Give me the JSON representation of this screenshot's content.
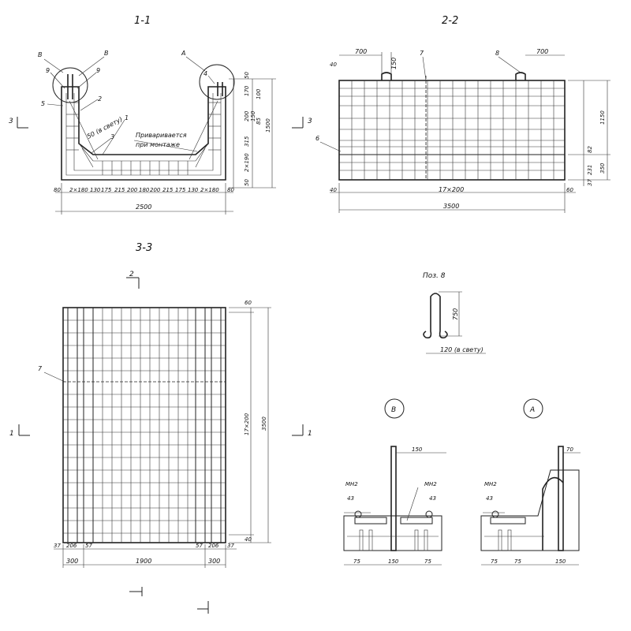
{
  "section_1_1": {
    "title": "1-1",
    "labels": {
      "b1": "B",
      "b2": "B",
      "n9a": "9",
      "n9b": "9",
      "a": "A",
      "n4": "4",
      "n5": "5",
      "n2": "2",
      "n1": "1",
      "n3": "3",
      "cut3": "3"
    },
    "slope_note": "50 (в свету)",
    "weld_note_1": "Приваривается",
    "weld_note_2": "при монтаже",
    "right_dims": [
      "50",
      "170",
      "100",
      "200",
      "150",
      "85",
      "315",
      "2×190",
      "50"
    ],
    "overall_height": "1500",
    "bottom_dims": [
      "80",
      "2×180",
      "130",
      "175",
      "215",
      "200",
      "180",
      "200",
      "215",
      "175",
      "130",
      "2×180",
      "80"
    ],
    "overall_width": "2500"
  },
  "section_2_2": {
    "title": "2-2",
    "labels": {
      "n7": "7",
      "n8": "8",
      "n6": "6",
      "cut3": "3"
    },
    "top_dims": [
      "700",
      "150",
      "700"
    ],
    "left_dims": [
      "40"
    ],
    "right_dims": [
      "1150",
      "82",
      "350",
      "231",
      "37"
    ],
    "bottom_dims": [
      "40",
      "17×200",
      "60"
    ],
    "overall_width": "3500"
  },
  "section_3_3": {
    "title": "3-3",
    "labels": {
      "n7": "7",
      "cut2": "2",
      "cut1a": "1",
      "cut1b": "1"
    },
    "right_dims": [
      "60",
      "17×200",
      "3500",
      "40"
    ],
    "bottom_dims_1": [
      "37",
      "206",
      "57",
      "57",
      "206",
      "37"
    ],
    "bottom_dims_2": [
      "300",
      "1900",
      "300"
    ]
  },
  "pos8": {
    "title": "Поз. 8",
    "height": "750",
    "width": "120 (в свету)"
  },
  "detail_b": {
    "title": "B",
    "labels": [
      "МН2",
      "МН2"
    ],
    "dims_top": [
      "150"
    ],
    "dims_side": [
      "43",
      "43"
    ],
    "dims_bottom": [
      "75",
      "150",
      "75"
    ]
  },
  "detail_a": {
    "title": "A",
    "labels": [
      "МН2"
    ],
    "dims_top": [
      "70"
    ],
    "dims_side": [
      "43"
    ],
    "dims_bottom": [
      "75",
      "75",
      "150"
    ]
  }
}
